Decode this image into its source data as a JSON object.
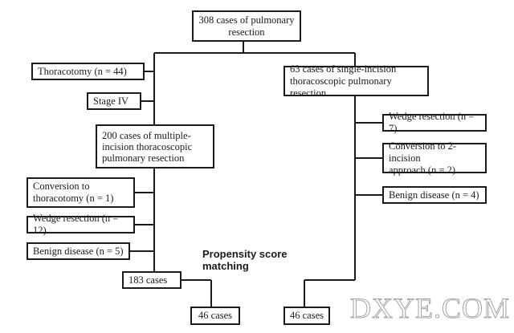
{
  "diagram": {
    "top_box": "308 cases of pulmonary\nresection",
    "left_excluded": {
      "thoracotomy": "Thoracotomy (n = 44)",
      "stage_iv": "Stage IV"
    },
    "multi_incision": "200 cases of multiple-\nincision thoracoscopic\npulmonary resection",
    "multi_excluded": {
      "conversion": "Conversion to\nthoracotomy (n = 1)",
      "wedge": "Wedge resection (n = 12)",
      "benign": "Benign disease (n = 5)"
    },
    "single_incision": "63 cases of single-incision\nthoracoscopic pulmonary resection",
    "single_excluded": {
      "wedge": "Wedge resection (n = 7)",
      "conversion": "Conversion to 2-incision\napproach (n = 2)",
      "benign": "Benign disease (n = 4)"
    },
    "psm_label": "Propensity score\nmatching",
    "cases_183": "183  cases",
    "matched_multi": "46 cases",
    "matched_single": "46 cases",
    "watermark": "DXYE.COM"
  }
}
